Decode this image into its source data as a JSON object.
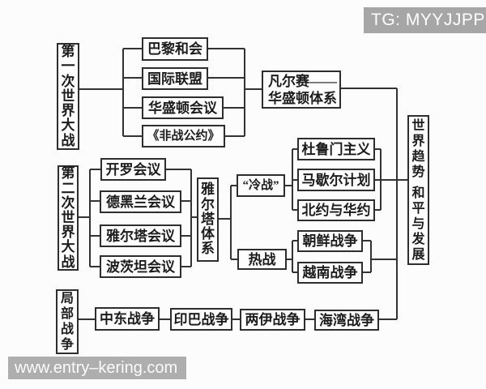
{
  "badge": {
    "label": "TG: MYYJJPP"
  },
  "watermark": {
    "label": "www.entry–kering.com"
  },
  "colors": {
    "background": "#fcfcfc",
    "line": "#333333",
    "box_border": "#2e2e2e",
    "badge_bg": "#a6a6a6",
    "badge_text": "#ffffff",
    "watermark_bg": "#aeaeae",
    "watermark_text": "#fbfbfb"
  },
  "diagram": {
    "ww1": {
      "label": "第一次世界大战",
      "items": [
        "巴黎和会",
        "国际联盟",
        "华盛顿会议",
        "《非战公约》"
      ],
      "result": {
        "line1": "凡尔赛——",
        "line2": "华盛顿体系"
      }
    },
    "ww2": {
      "label": "第二次世界大战",
      "items": [
        "开罗会议",
        "德黑兰会议",
        "雅尔塔会议",
        "波茨坦会议"
      ],
      "result": "雅尔塔体系",
      "cold_war": {
        "label": "“冷战”",
        "items": [
          "杜鲁门主义",
          "马歇尔计划",
          "北约与华约"
        ]
      },
      "hot_war": {
        "label": "热战",
        "items": [
          "朝鲜战争",
          "越南战争"
        ]
      }
    },
    "local_wars": {
      "label": "局部战争",
      "items": [
        "中东战争",
        "印巴战争",
        "两伊战争",
        "海湾战争"
      ]
    },
    "trend": {
      "line1": "世界趋势",
      "line2": "和平与发展"
    }
  }
}
